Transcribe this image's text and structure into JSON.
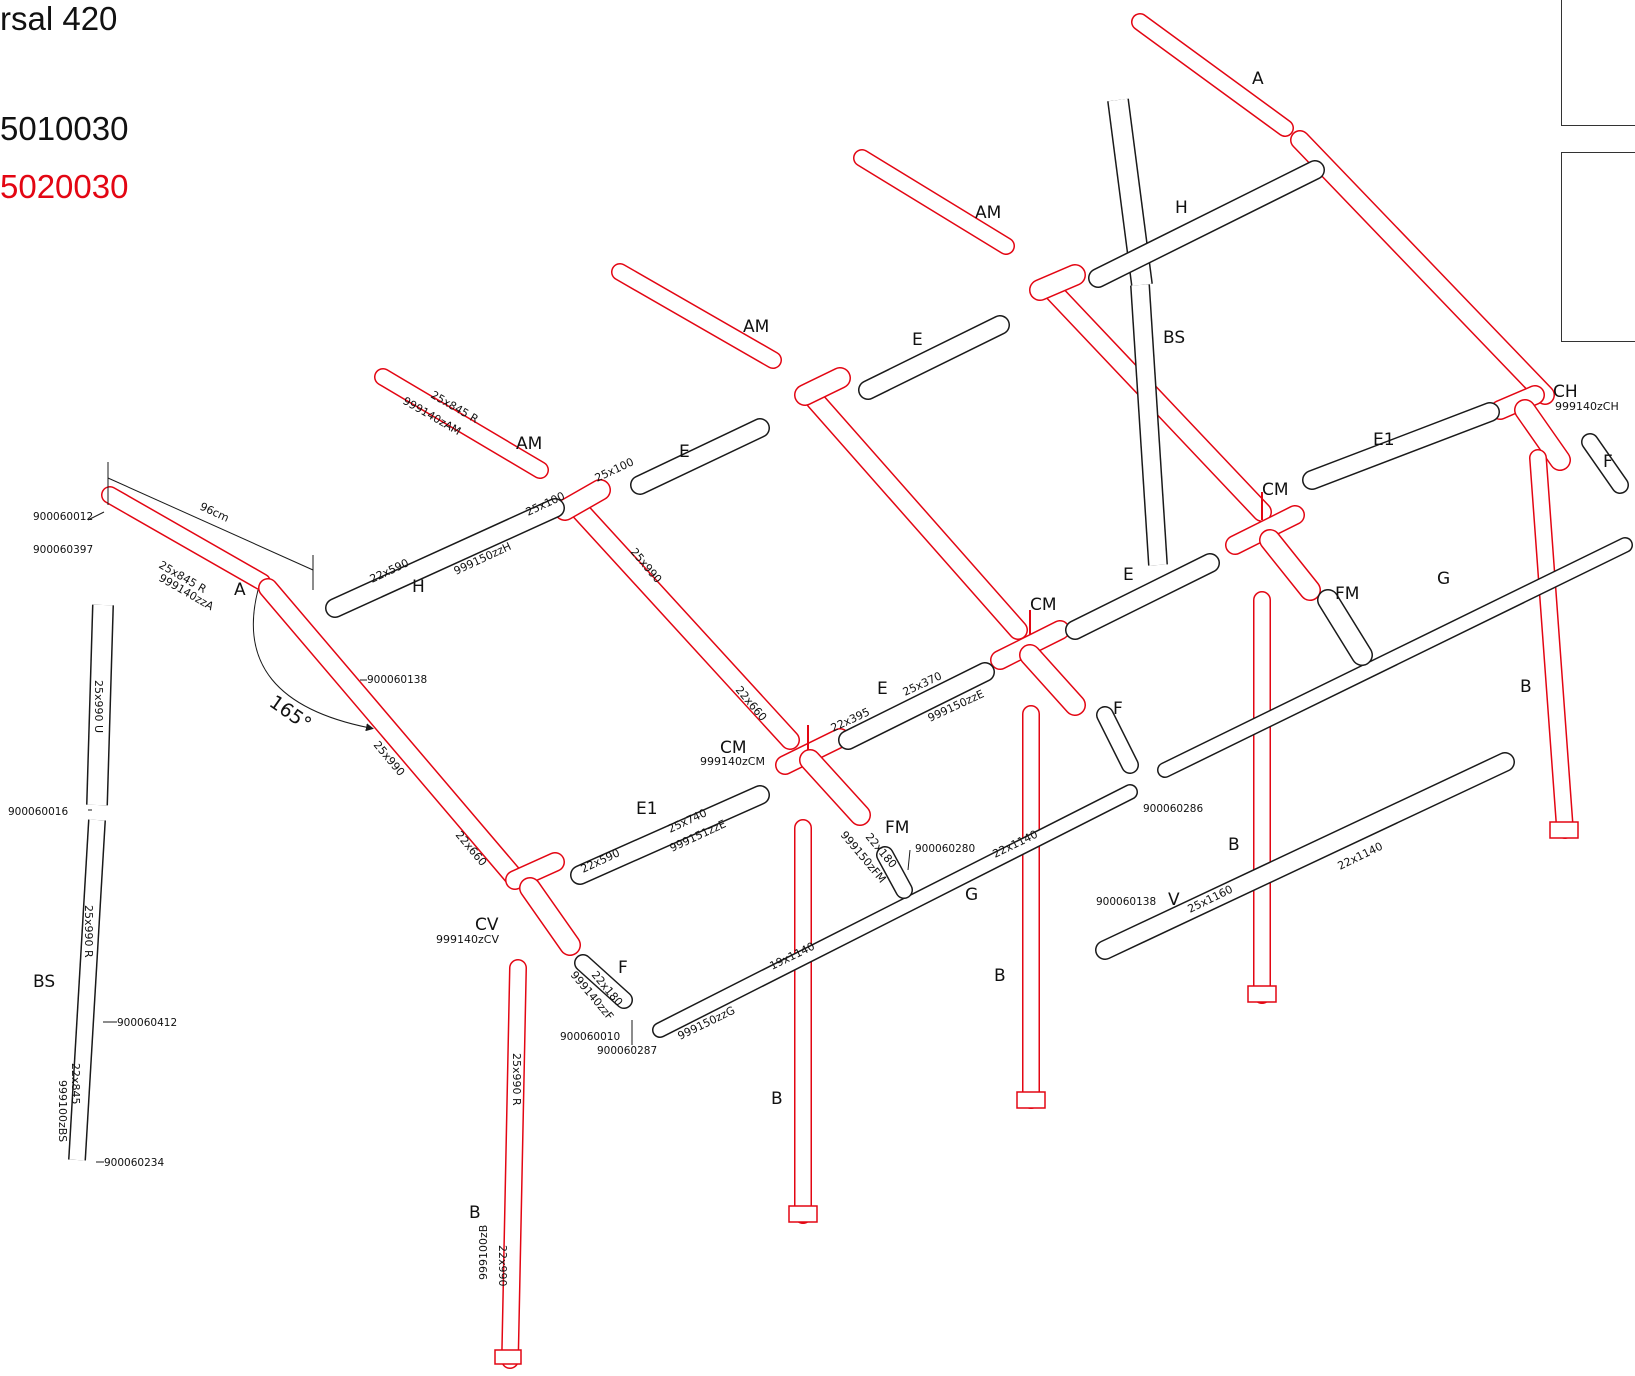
{
  "header": {
    "line1": "rsal 420",
    "line2": "5010030",
    "line3": "5020030"
  },
  "colors": {
    "red": "#e30613",
    "black": "#1a1a1a"
  },
  "letters": {
    "A_right": "A",
    "A_left": "A",
    "AM1": "AM",
    "AM2": "AM",
    "AM3": "AM",
    "H_right": "H",
    "H_left": "H",
    "BS_right": "BS",
    "BS_left": "BS",
    "E1": "E",
    "E2": "E",
    "E3": "E",
    "E4": "E",
    "E1_right": "E1",
    "E1_left": "E1",
    "CM1": "CM",
    "CM2": "CM",
    "CM3": "CM",
    "CH": "CH",
    "CV": "CV",
    "F1": "F",
    "F2": "F",
    "F3": "F",
    "FM1": "FM",
    "FM2": "FM",
    "G1": "G",
    "G2": "G",
    "B1": "B",
    "B2": "B",
    "B3": "B",
    "B4": "B",
    "B5": "B",
    "V": "V"
  },
  "dims": {
    "d25x845R_left": "25x845 R",
    "d25x845R_top": "25x845 R",
    "d25x100_a": "25x100",
    "d25x100_b": "25x100",
    "d22x590_h": "22x590",
    "d25x990_a": "25x990",
    "d25x990_b": "25x990",
    "d22x660_a": "22x660",
    "d22x660_b": "22x660",
    "d25x990U": "25x990 U",
    "d25x990R_a": "25x990 R",
    "d25x990R_b": "25x990 R",
    "d22x845": "22x845",
    "d22x990": "22x990",
    "d25x740": "25x740",
    "d22x590_e1": "22x590",
    "d25x370": "25x370",
    "d22x395": "22x395",
    "d22x180_a": "22x180",
    "d22x180_b": "22x180",
    "d19x1140": "19x1140",
    "d22x1140_a": "22x1140",
    "d22x1140_b": "22x1140",
    "d25x1160": "25x1160",
    "d96cm": "96cm",
    "angle": "165°"
  },
  "codes": {
    "c999140zAM": "999140zAM",
    "c999140zzA": "999140zzA",
    "c999150zzH": "999150zzH",
    "c999140zCM": "999140zCM",
    "c999151zzE": "999151zzE",
    "c999150zzE": "999150zzE",
    "c999150zFM": "999150zFM",
    "c999140zCV": "999140zCV",
    "c999140zzF": "999140zzF",
    "c999150zzG": "999150zzG",
    "c999100zBS": "999100zBS",
    "c999100zB": "999100zB",
    "c999140zCH": "999140zCH"
  },
  "refs": {
    "r900060012": "900060012",
    "r900060397": "900060397",
    "r900060016": "900060016",
    "r900060412": "900060412",
    "r900060234": "900060234",
    "r900060138_a": "900060138",
    "r900060138_b": "900060138",
    "r900060280": "900060280",
    "r900060286": "900060286",
    "r900060010": "900060010",
    "r900060287": "900060287"
  }
}
